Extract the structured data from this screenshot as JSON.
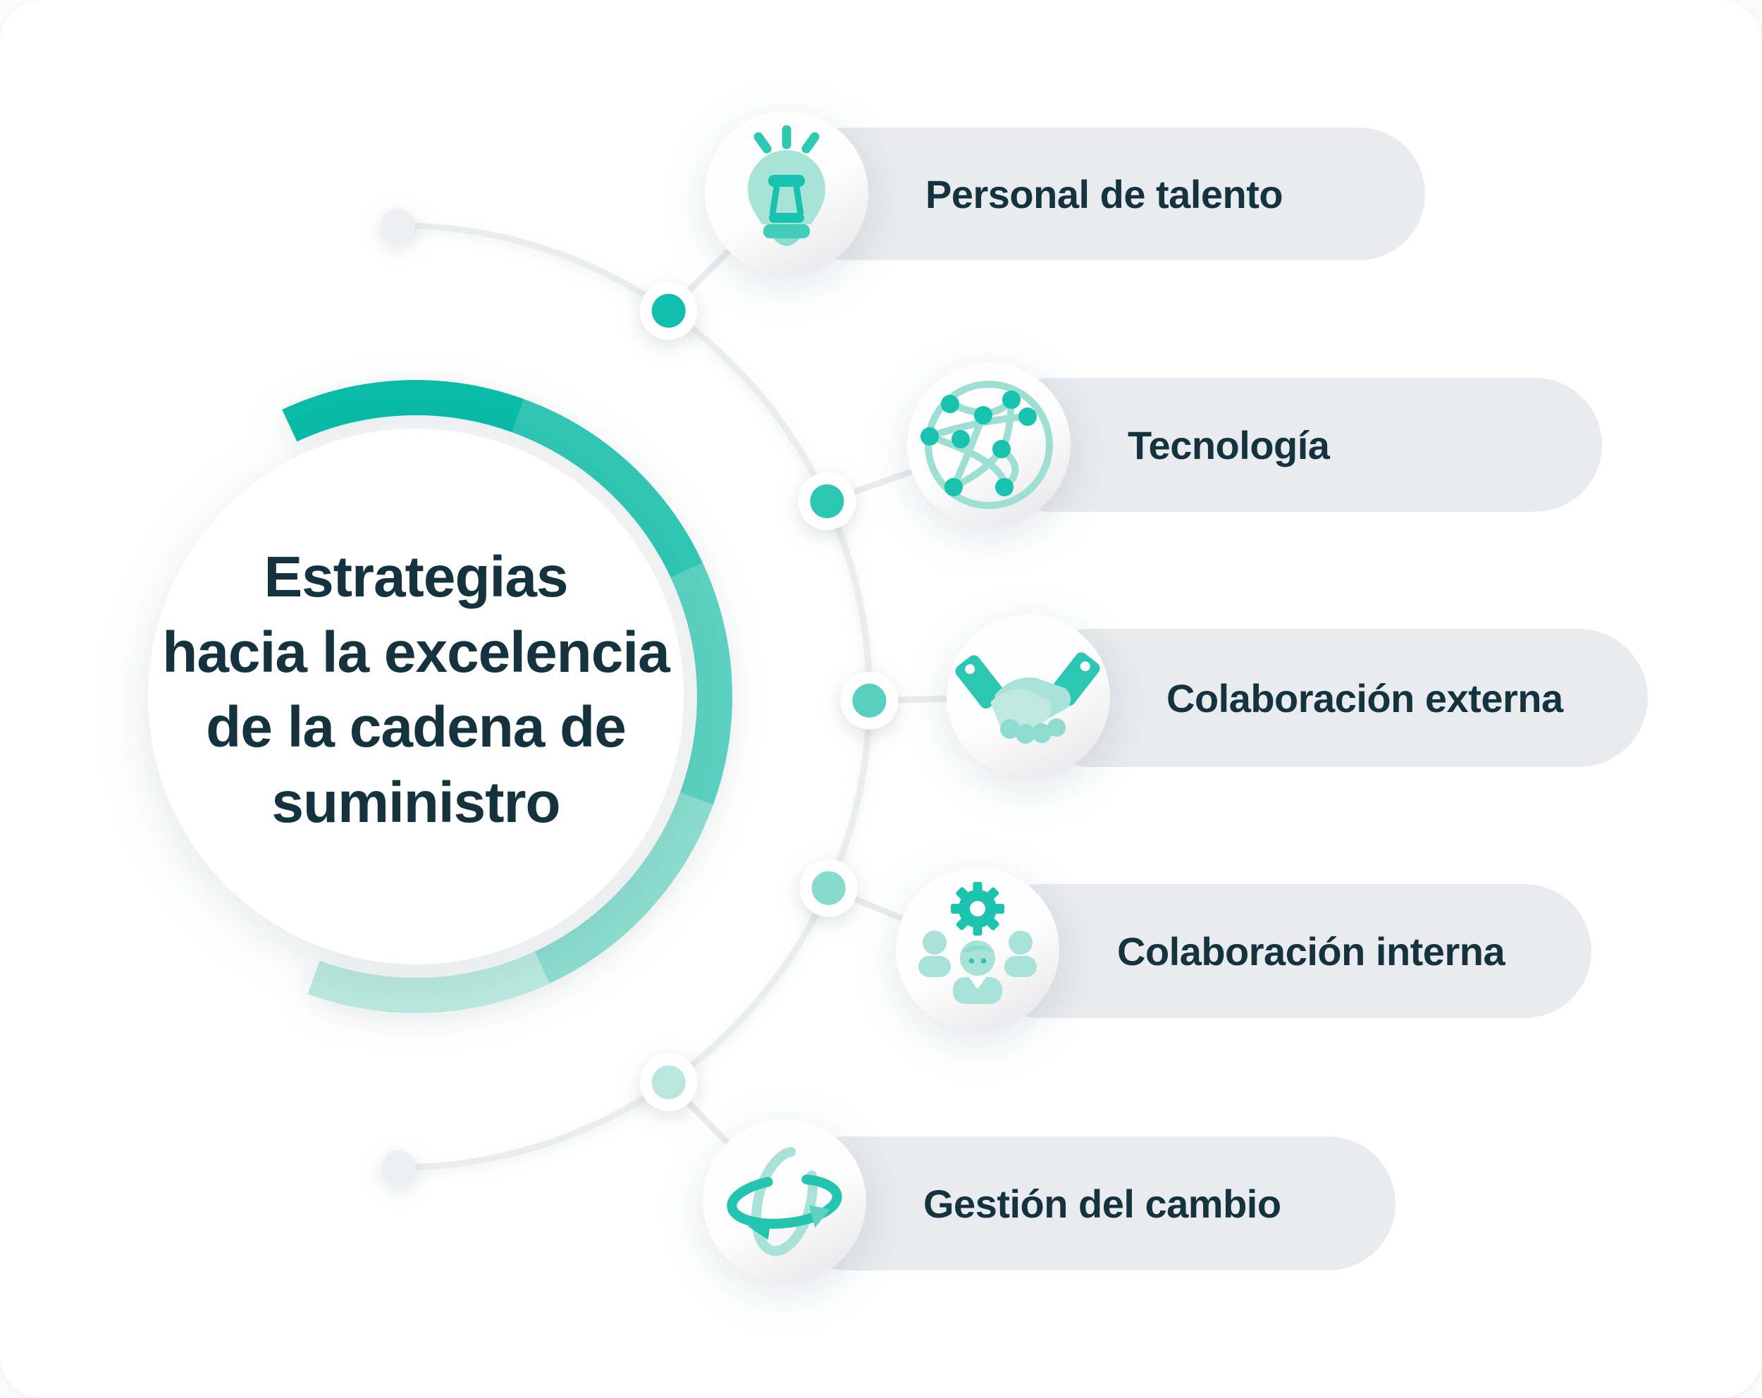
{
  "title": {
    "text": "Estrategias\nhacia la excelencia\nde la cadena de\nsuministro",
    "color": "#14333f"
  },
  "items": [
    {
      "label": "Personal de talento",
      "icon": "lightbulb-icon",
      "node_color": "#10bfae",
      "ring_color": "#0abba8"
    },
    {
      "label": "Tecnología",
      "icon": "network-globe-icon",
      "node_color": "#2cc6b4",
      "ring_color": "#30c6b3"
    },
    {
      "label": "Colaboración externa",
      "icon": "handshake-icon",
      "node_color": "#57d0c0",
      "ring_color": "#5bd0c0"
    },
    {
      "label": "Colaboración interna",
      "icon": "people-gear-icon",
      "node_color": "#86dbcd",
      "ring_color": "#8bdbce"
    },
    {
      "label": "Gestión del cambio",
      "icon": "orbit-arrows-icon",
      "node_color": "#b9e7dd",
      "ring_color": "#bae8df"
    }
  ],
  "palette": {
    "accent_dark": "#17c2ae",
    "accent": "#2cc7b2",
    "accent_light": "#a9e2d8",
    "pill_background": "#e9ebee",
    "text": "#14333f",
    "connector_line": "#ebecee"
  }
}
